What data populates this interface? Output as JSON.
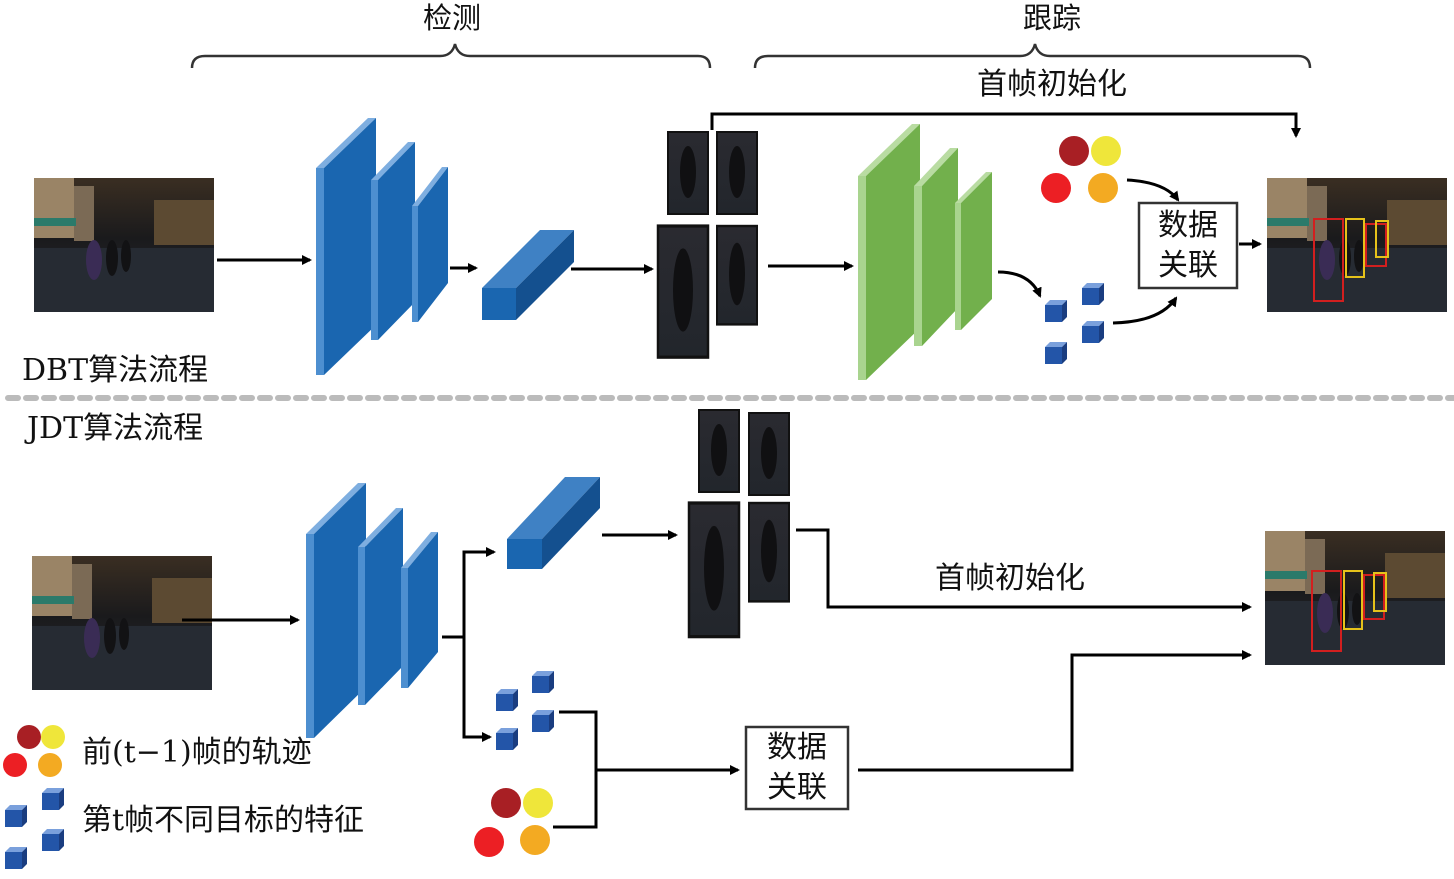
{
  "header": {
    "detection_label": "检测",
    "tracking_label": "跟踪"
  },
  "dbt": {
    "section_label": "DBT算法流程",
    "first_frame_init_label": "首帧初始化",
    "data_assoc_line1": "数据",
    "data_assoc_line2": "关联"
  },
  "jdt": {
    "section_label": "JDT算法流程",
    "first_frame_init_label": "首帧初始化",
    "data_assoc_line1": "数据",
    "data_assoc_line2": "关联"
  },
  "legend": {
    "trajectories_label": "前(t−1)帧的轨迹",
    "features_label": "第t帧不同目标的特征"
  },
  "colors": {
    "cnn_blue": "#1a66b0",
    "cnn_blue_light": "#4d8fd0",
    "reid_green": "#72b04c",
    "reid_green_light": "#a9d48f",
    "traj_dark_red": "#a81f24",
    "traj_yellow": "#efe63a",
    "traj_red": "#ec1f24",
    "traj_orange": "#f3aa22",
    "feature_blue": "#2355a8",
    "box_red": "#d21f1f",
    "box_yellow": "#e6c21a",
    "separator": "#bbbbbb"
  }
}
